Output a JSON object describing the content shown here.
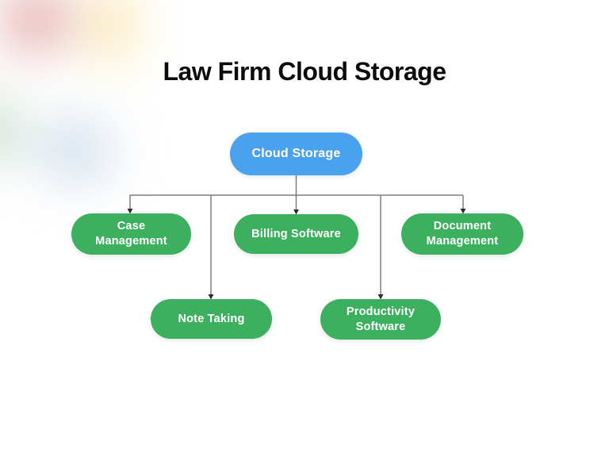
{
  "title": "Law Firm Cloud Storage",
  "colors": {
    "background": "#ffffff",
    "title_text": "#0c0c0c",
    "root_fill": "#4aa2ef",
    "child_fill": "#3cb05e",
    "node_text": "#ffffff",
    "connector": "#7d7d7d",
    "arrow": "#2b2b2b"
  },
  "nodes": {
    "root": {
      "label": "Cloud Storage"
    },
    "children": [
      {
        "label": "Case Management"
      },
      {
        "label": "Billing Software"
      },
      {
        "label": "Document Management"
      },
      {
        "label": "Note Taking"
      },
      {
        "label": "Productivity Software"
      }
    ]
  }
}
